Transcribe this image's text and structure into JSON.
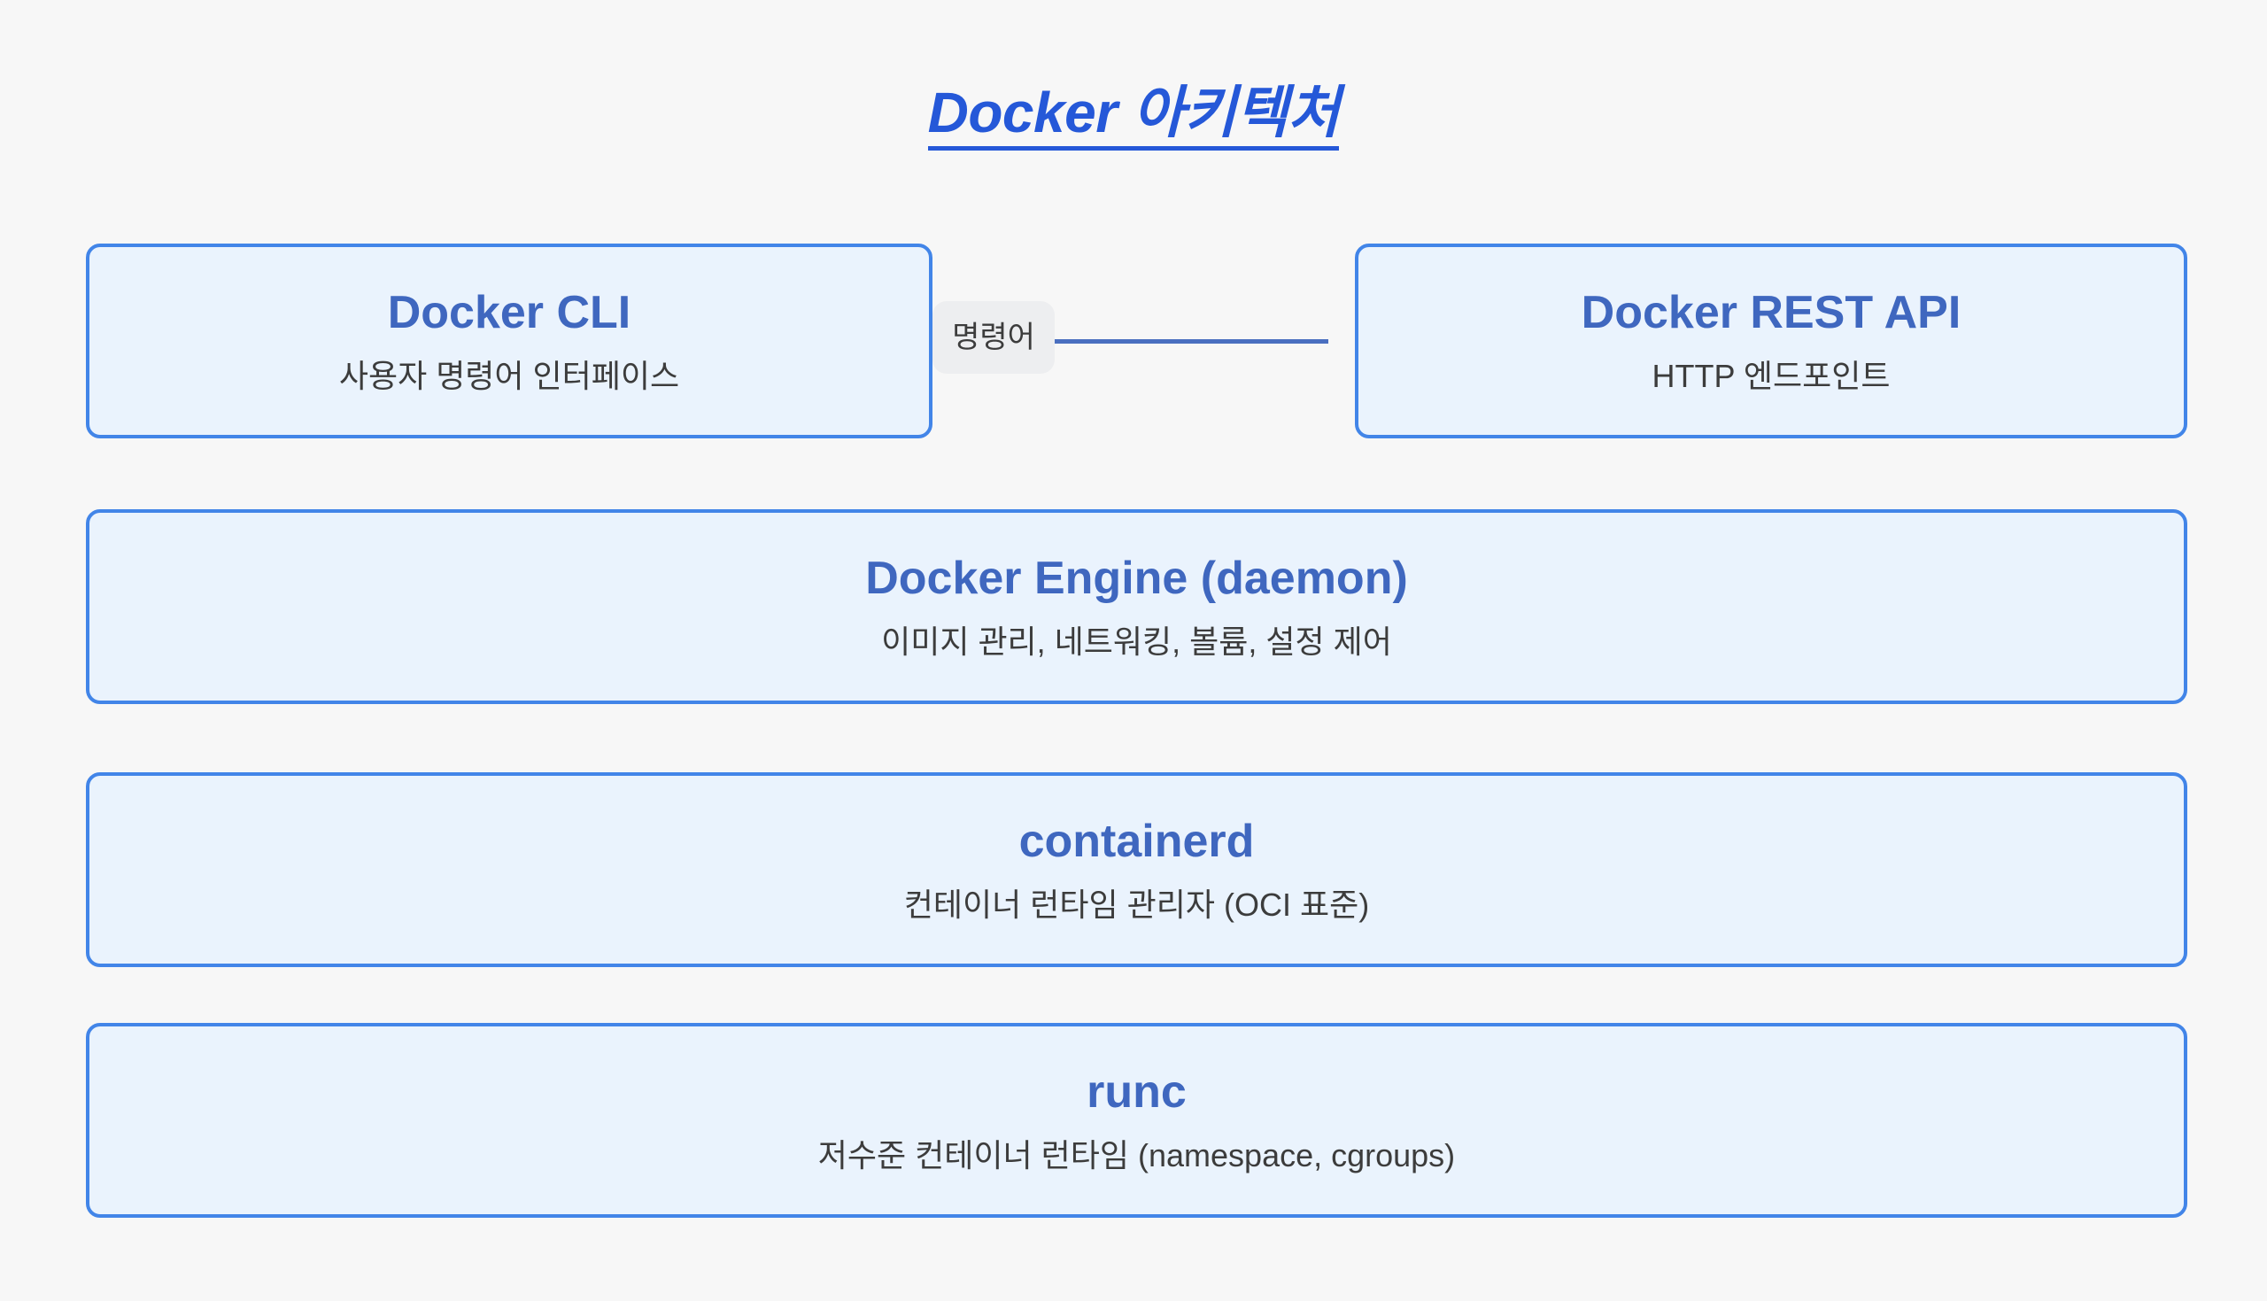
{
  "page": {
    "background_color": "#f7f7f7",
    "title": "Docker 아키텍처",
    "title_color": "#2558d8"
  },
  "theme": {
    "node_fill": "#eaf3fd",
    "node_border": "#4285e8",
    "node_title_color": "#3f67bf",
    "node_sub_color": "#3c3c3c",
    "connector_color": "#4a6fc0",
    "connector_label_fill": "#edeef0"
  },
  "chart_data": {
    "type": "diagram",
    "title": "Docker 아키텍처",
    "nodes": [
      {
        "id": "cli",
        "title": "Docker CLI",
        "subtitle": "사용자 명령어 인터페이스"
      },
      {
        "id": "restapi",
        "title": "Docker REST API",
        "subtitle": "HTTP 엔드포인트"
      },
      {
        "id": "engine",
        "title": "Docker Engine (daemon)",
        "subtitle": "이미지 관리, 네트워킹, 볼륨, 설정 제어"
      },
      {
        "id": "containerd",
        "title": "containerd",
        "subtitle": "컨테이너 런타임 관리자 (OCI 표준)"
      },
      {
        "id": "runc",
        "title": "runc",
        "subtitle": "저수준 컨테이너 런타임 (namespace, cgroups)"
      }
    ],
    "edges": [
      {
        "from": "cli",
        "to": "restapi",
        "label": "명령어"
      }
    ]
  },
  "nodes": {
    "cli": {
      "title": "Docker CLI",
      "subtitle": "사용자 명령어 인터페이스"
    },
    "restapi": {
      "title": "Docker REST API",
      "subtitle": "HTTP 엔드포인트"
    },
    "engine": {
      "title": "Docker Engine (daemon)",
      "subtitle": "이미지 관리, 네트워킹, 볼륨, 설정 제어"
    },
    "containerd": {
      "title": "containerd",
      "subtitle": "컨테이너 런타임 관리자 (OCI 표준)"
    },
    "runc": {
      "title": "runc",
      "subtitle": "저수준 컨테이너 런타임 (namespace, cgroups)"
    }
  },
  "connector": {
    "label": "명령어"
  }
}
